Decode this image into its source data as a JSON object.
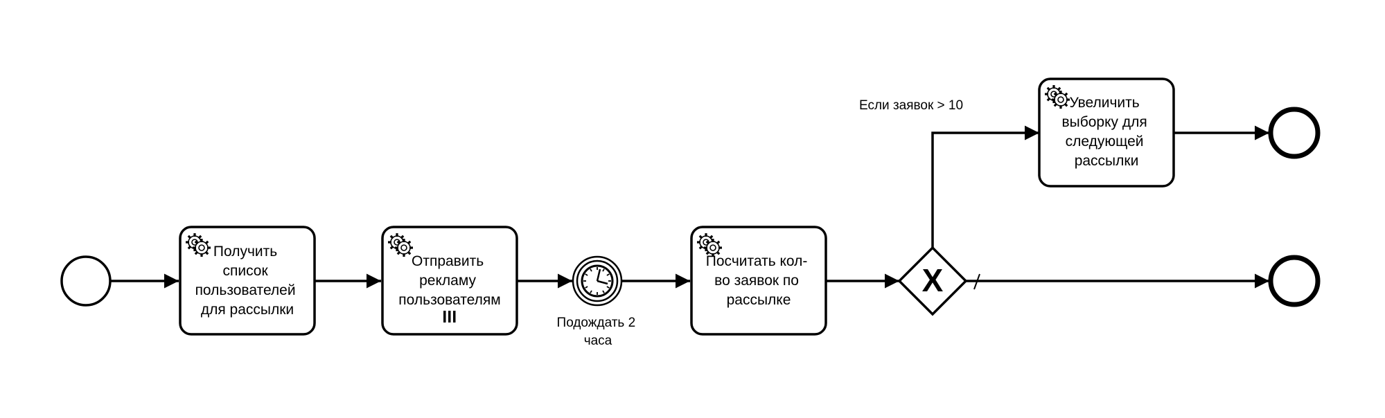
{
  "diagram": {
    "type": "bpmn-process",
    "tasks": [
      {
        "id": "task-get-users",
        "kind": "service-task",
        "lines": [
          "Получить",
          "список",
          "пользователей",
          "для рассылки"
        ],
        "marker": ""
      },
      {
        "id": "task-send-ads",
        "kind": "service-task",
        "lines": [
          "Отправить",
          "рекламу",
          "пользователям"
        ],
        "marker": "parallel-multi-instance"
      },
      {
        "id": "task-count-requests",
        "kind": "service-task",
        "lines": [
          "Посчитать кол-",
          "во заявок по",
          "рассылке"
        ],
        "marker": ""
      },
      {
        "id": "task-increase-sample",
        "kind": "service-task",
        "lines": [
          "Увеличить",
          "выборку для",
          "следующей",
          "рассылки"
        ],
        "marker": ""
      }
    ],
    "timer_event": {
      "lines": [
        "Подождать 2",
        "часа"
      ],
      "icon": "clock-icon"
    },
    "gateway": {
      "kind": "exclusive",
      "symbol": "X"
    },
    "conditions": {
      "upper": "Если заявок > 10",
      "lower_default": true
    },
    "events": {
      "start": 1,
      "end": 2
    }
  }
}
